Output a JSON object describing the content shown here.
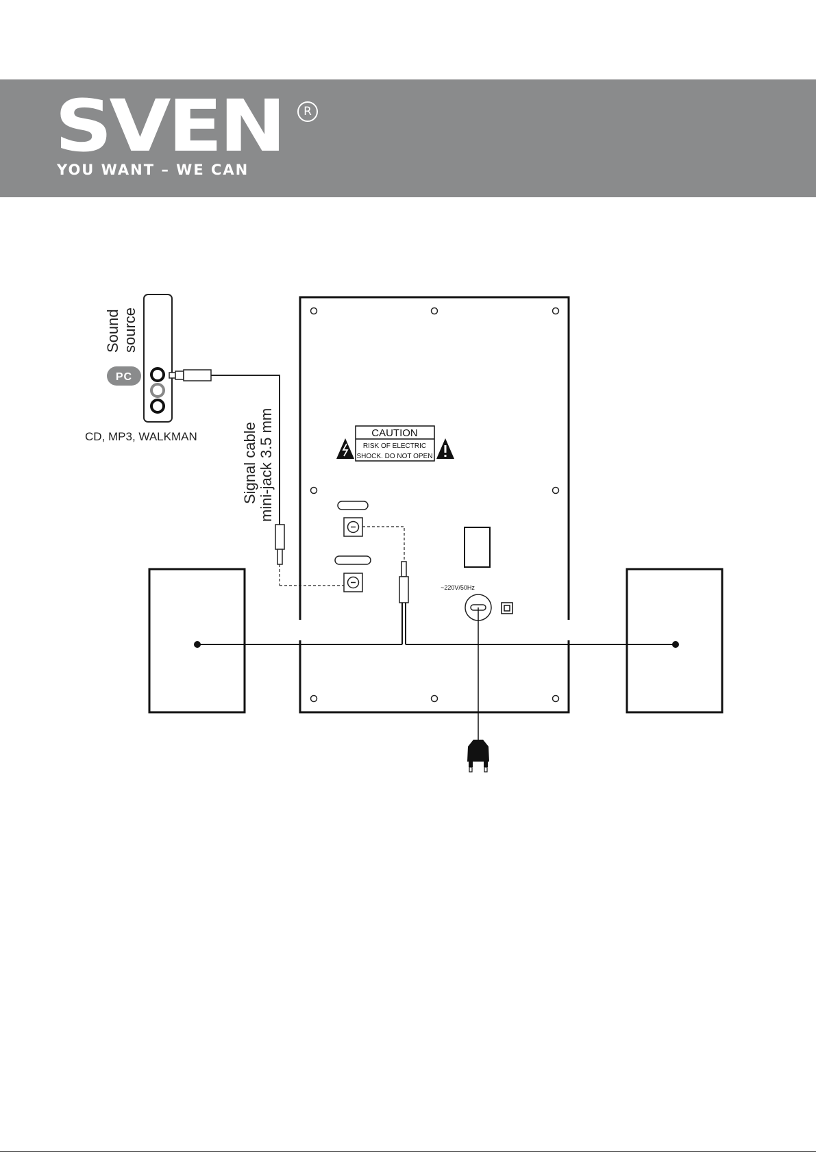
{
  "brand": {
    "logo": "SVEN",
    "registered": "R",
    "tagline": "YOU WANT – WE CAN",
    "banner_color": "#8a8b8c"
  },
  "sound_source": {
    "title_line1": "Sound",
    "title_line2": "source",
    "pc_badge": "PC",
    "devices": "CD, MP3, WALKMAN"
  },
  "signal_cable": {
    "line1": "Signal cable",
    "line2": "mini-jack 3.5 mm"
  },
  "caution": {
    "title": "CAUTION",
    "line1": "RISK OF ELECTRIC",
    "line2": "SHOCK.  DO NOT OPEN"
  },
  "power": {
    "rating": "~220V/50Hz"
  },
  "icons": {
    "warning_left": "lightning-warning-icon",
    "warning_right": "exclamation-warning-icon",
    "plug": "power-plug-icon",
    "class2": "double-insulation-icon"
  }
}
